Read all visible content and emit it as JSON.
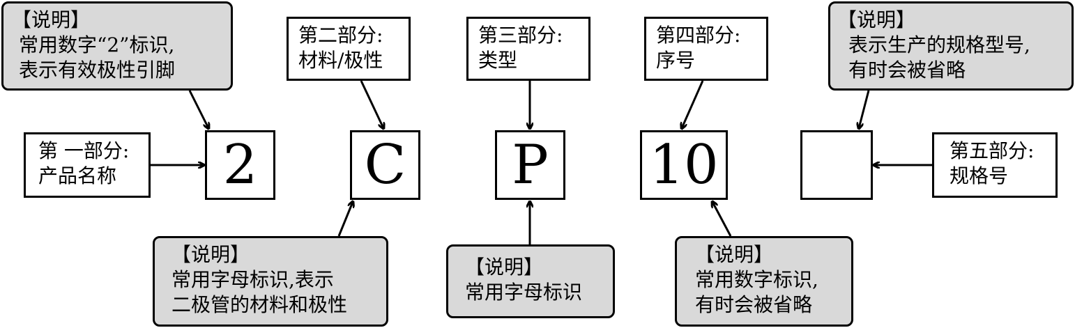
{
  "main_boxes": [
    {
      "id": "box1",
      "text": "2"
    },
    {
      "id": "box2",
      "text": "C"
    },
    {
      "id": "box3",
      "text": "P"
    },
    {
      "id": "box4",
      "text": "10"
    },
    {
      "id": "box5",
      "text": ""
    }
  ],
  "part_labels": {
    "part1": {
      "line1": "第 一部分:",
      "line2": "产品名称"
    },
    "part2": {
      "line1": "第二部分:",
      "line2": "材料/极性"
    },
    "part3": {
      "line1": "第三部分:",
      "line2": "类型"
    },
    "part4": {
      "line1": "第四部分:",
      "line2": "序号"
    },
    "part5": {
      "line1": "第五部分:",
      "line2": "规格号"
    }
  },
  "notes": {
    "note1": {
      "title": "【说明】",
      "line1": "常用数字“2”标识,",
      "line2": "表示有效极性引脚"
    },
    "note2": {
      "title": "【说明】",
      "line1": "常用字母标识,表示",
      "line2": "二极管的材料和极性"
    },
    "note3": {
      "title": "【说明】",
      "line1": "常用字母标识"
    },
    "note4": {
      "title": "【说明】",
      "line1": "常用数字标识,",
      "line2": "有时会被省略"
    },
    "note5": {
      "title": "【说明】",
      "line1": "表示生产的规格型号,",
      "line2": "有时会被省略"
    }
  },
  "colors": {
    "note_fill": "#d9d9d9",
    "box_fill": "#ffffff",
    "stroke": "#000000"
  }
}
